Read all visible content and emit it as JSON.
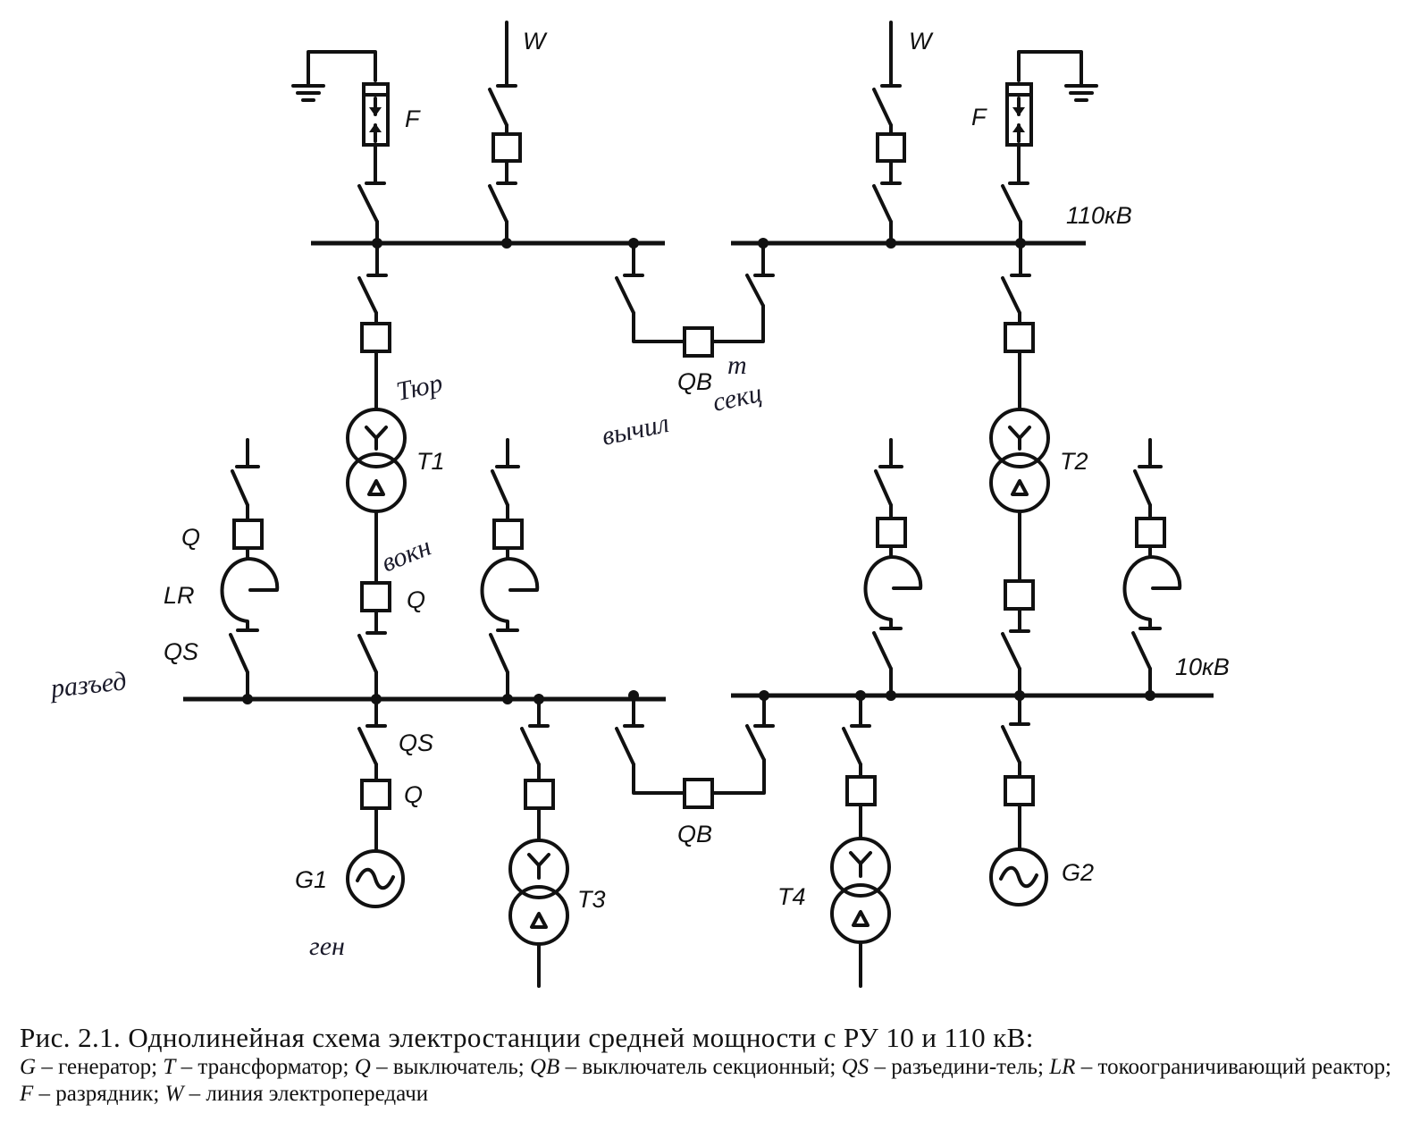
{
  "labels": {
    "w_left": "W",
    "w_right": "W",
    "f_left": "F",
    "f_right": "F",
    "bus_110": "110кВ",
    "bus_10": "10кВ",
    "t1": "T1",
    "t2": "T2",
    "t3": "T3",
    "t4": "T4",
    "g1": "G1",
    "g2": "G2",
    "qb_top": "QB",
    "qb_bottom": "QB",
    "q_left": "Q",
    "lr_left": "LR",
    "qs_left": "QS",
    "q_t1": "Q",
    "qs_g1": "QS",
    "q_g1": "Q"
  },
  "handwritten": {
    "t1_note": "Тюр",
    "qb_note_mark": "т",
    "qb_note_1": "вычил",
    "qb_note_2": "секц",
    "t1_low_note": "вокн",
    "qs_note": "разъед",
    "g1_note": "ген"
  },
  "caption": {
    "line1": "Рис. 2.1. Однолинейная схема электростанции средней мощности с РУ 10 и 110 кВ:",
    "g_sym": "G",
    "g_text": " – генератор; ",
    "t_sym": "T",
    "t_text": " – трансформатор; ",
    "q_sym": "Q",
    "q_text": " – выключатель; ",
    "qb_sym": "QB",
    "qb_text": " – выключатель секционный; ",
    "qs_sym": "QS",
    "qs_text": " – разъедини-тель; ",
    "lr_sym": "LR",
    "lr_text": " – токоограничивающий реактор; ",
    "f_sym": "F",
    "f_text": " – разрядник; ",
    "w_sym": "W",
    "w_text": " – линия электропередачи"
  }
}
